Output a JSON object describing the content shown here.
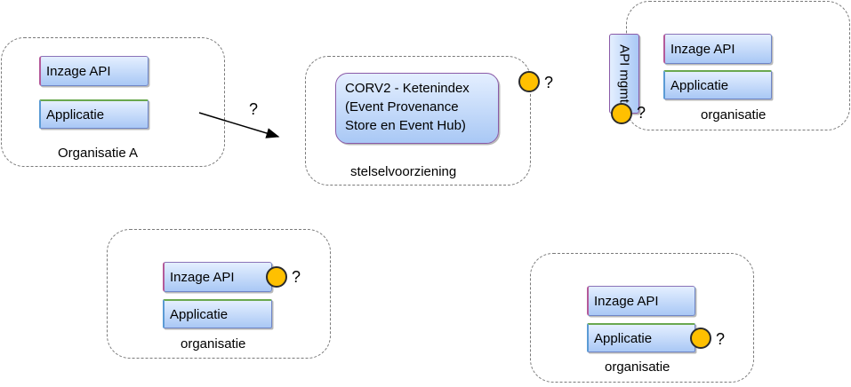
{
  "org_a": {
    "api": "Inzage API",
    "app": "Applicatie",
    "label": "Organisatie A"
  },
  "arrow": {
    "question": "?"
  },
  "central": {
    "lines": [
      "CORV2 - Ketenindex",
      "(Event Provenance",
      "Store en Event Hub)"
    ],
    "question": "?",
    "label": "stelselvoorziening"
  },
  "org_top_right": {
    "mgmt": "API mgmt",
    "api": "Inzage API",
    "app": "Applicatie",
    "question": "?",
    "label": "organisatie"
  },
  "org_bottom_left": {
    "api": "Inzage API",
    "app": "Applicatie",
    "question": "?",
    "label": "organisatie"
  },
  "org_bottom_right": {
    "api": "Inzage API",
    "app": "Applicatie",
    "question": "?",
    "label": "organisatie"
  },
  "colors": {
    "connector": "#ffc000",
    "box_top": "#e4efff",
    "box_bottom": "#a9c8f5",
    "border": "#7a7a7a"
  }
}
